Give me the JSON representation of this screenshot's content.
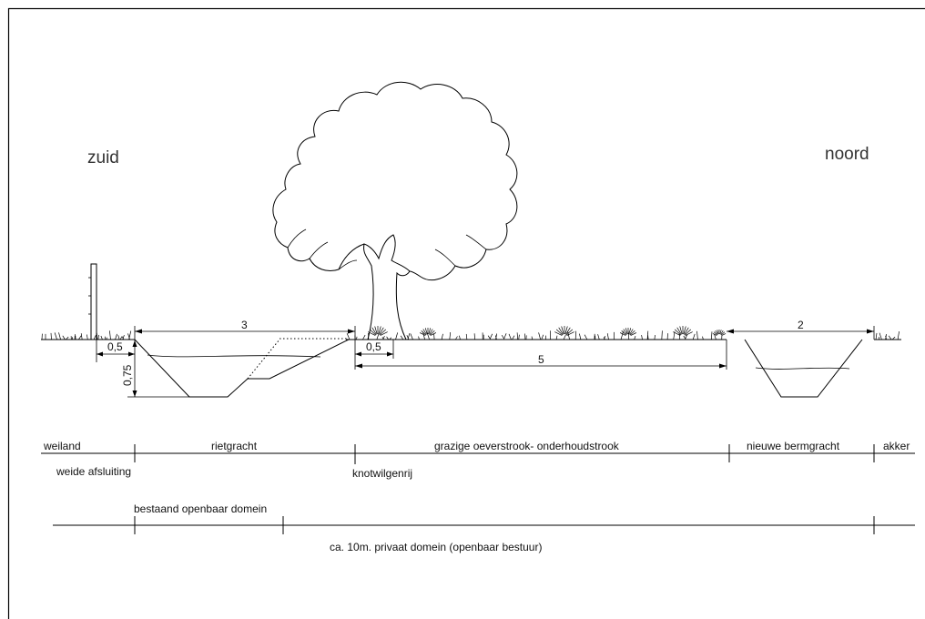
{
  "directions": {
    "left": "zuid",
    "right": "noord"
  },
  "dimensions": {
    "ditch_width": "3",
    "margin_left": "0,5",
    "depth": "0,75",
    "margin_tree": "0,5",
    "strip_width": "5",
    "new_ditch_width": "2"
  },
  "zones": {
    "weiland": "weiland",
    "rietgracht": "rietgracht",
    "strip": "grazige oeverstrook- onderhoudstrook",
    "bermgracht": "nieuwe bermgracht",
    "akker": "akker"
  },
  "markers": {
    "fence": "weide afsluiting",
    "willows": "knotwilgenrij"
  },
  "domains": {
    "public": "bestaand openbaar domein",
    "private": "ca. 10m. privaat domein (openbaar bestuur)"
  }
}
